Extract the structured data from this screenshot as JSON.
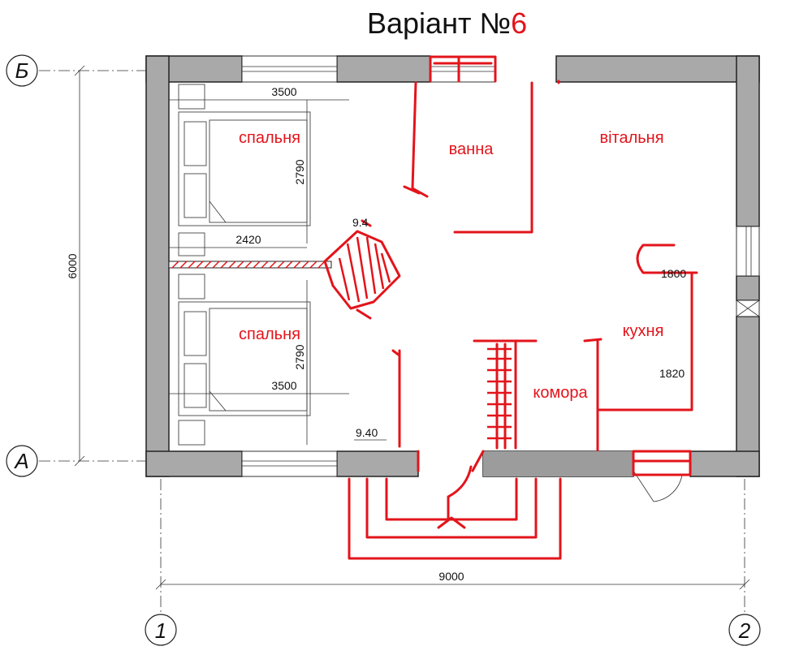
{
  "title": {
    "prefix": "Варіант №",
    "number": "6"
  },
  "axes": {
    "row_top": "Б",
    "row_bottom": "А",
    "col_left": "1",
    "col_right": "2"
  },
  "dimensions": {
    "overall_height": "6000",
    "overall_width": "9000",
    "bed1_top_width": "3500",
    "bed1_height": "2790",
    "bed1_bottom_width": "2420",
    "bed2_height": "2790",
    "bed2_bottom_width": "3500",
    "kitchen_1": "1800",
    "kitchen_2": "1820",
    "mark_top": "9.4",
    "mark_bottom": "9.40"
  },
  "rooms": {
    "bedroom_top": "спальня",
    "bedroom_bottom": "спальня",
    "bathroom": "ванна",
    "living": "вітальня",
    "kitchen": "кухня",
    "pantry": "комора"
  },
  "colors": {
    "annotation": "#e3141b",
    "wall": "#a9a9a9",
    "line": "#222222"
  }
}
